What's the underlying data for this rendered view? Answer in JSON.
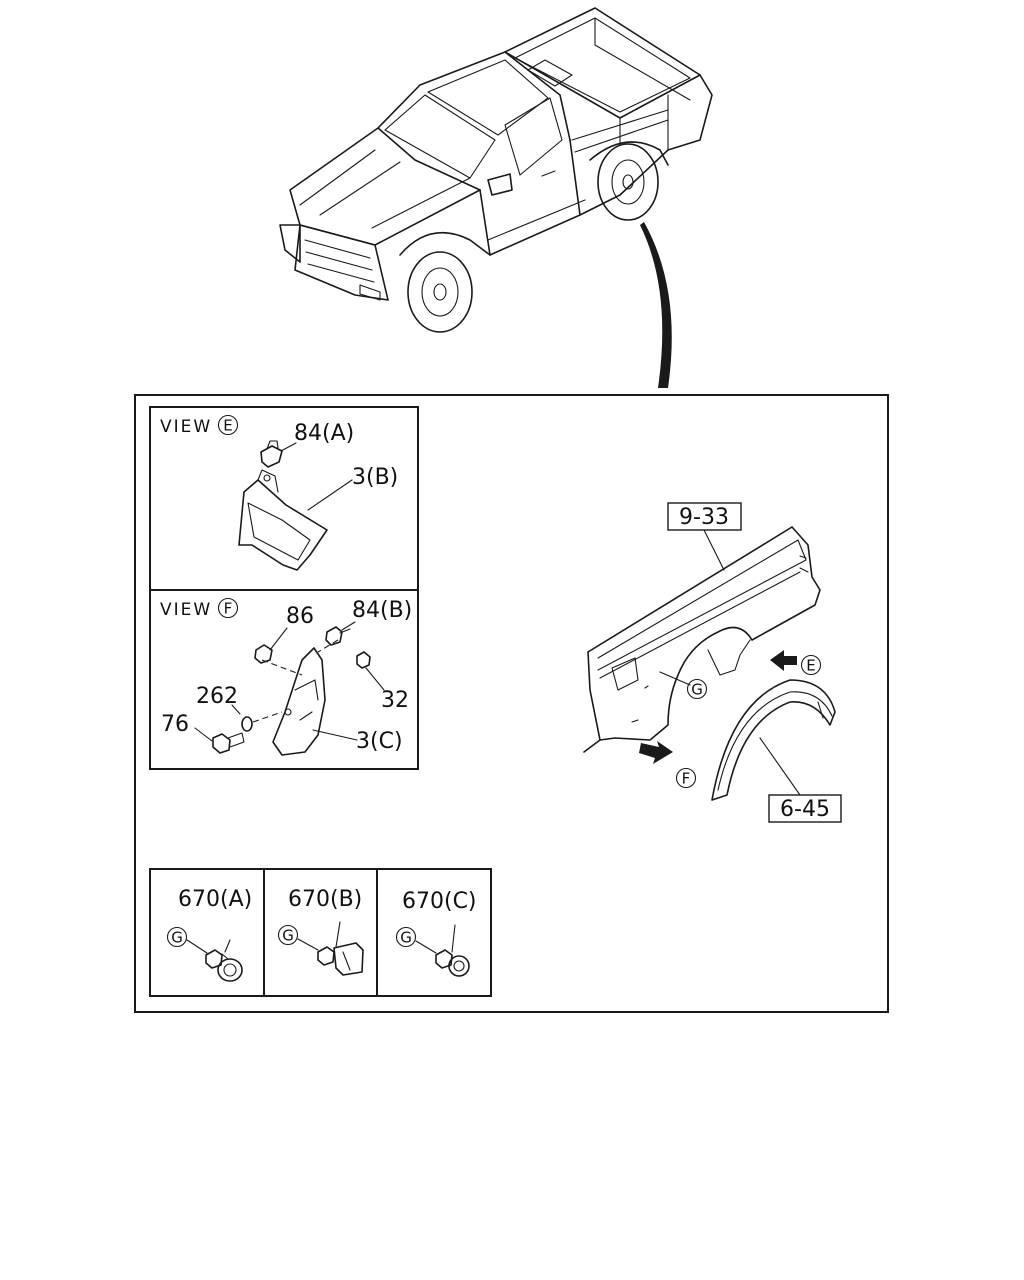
{
  "main_diagram": {
    "body_panel_label": "9-33",
    "wheel_arch_trim_label": "6-45",
    "clip_marker": "G",
    "view_arrow_e": "E",
    "view_arrow_f": "F"
  },
  "view_e": {
    "title_prefix": "VIEW",
    "title_letter": "E",
    "parts": [
      "84(A)",
      "3(B)"
    ]
  },
  "view_f": {
    "title_prefix": "VIEW",
    "title_letter": "F",
    "parts": [
      "86",
      "84(B)",
      "32",
      "262",
      "76",
      "3(C)"
    ]
  },
  "clips": [
    {
      "label": "670(A)",
      "marker": "G"
    },
    {
      "label": "670(B)",
      "marker": "G"
    },
    {
      "label": "670(C)",
      "marker": "G"
    }
  ]
}
